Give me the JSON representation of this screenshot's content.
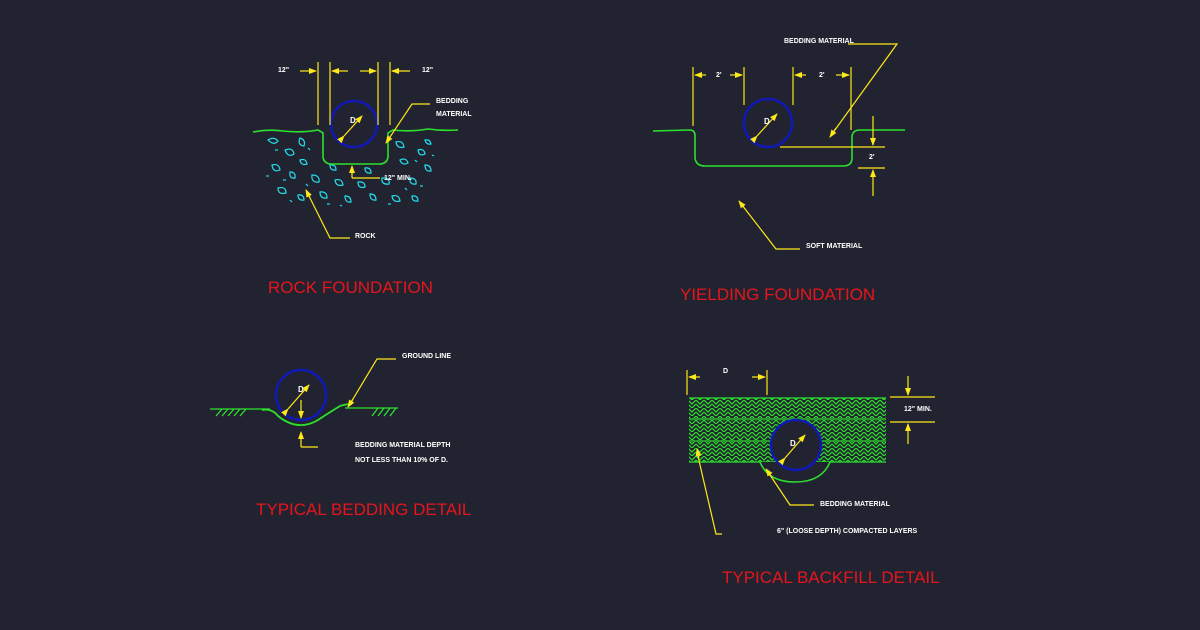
{
  "colors": {
    "background": "#212430",
    "ground": "#2de02d",
    "pipe": "#1018b8",
    "dimension": "#ffe81a",
    "rock": "#22e0ee",
    "title": "#e8141c",
    "text": "#ffffff"
  },
  "rock_foundation": {
    "title": "ROCK FOUNDATION",
    "dim_left": "12\"",
    "dim_right": "12\"",
    "pipe_label": "D",
    "bedding_line1": "BEDDING",
    "bedding_line2": "MATERIAL",
    "min_depth": "12\" MIN.",
    "rock": "ROCK"
  },
  "yielding_foundation": {
    "title": "YIELDING FOUNDATION",
    "bedding_material": "BEDDING MATERIAL",
    "dim_left": "2'",
    "dim_right": "2'",
    "dim_depth": "2'",
    "pipe_label": "D",
    "soft_material": "SOFT MATERIAL"
  },
  "typical_bedding": {
    "title": "TYPICAL BEDDING DETAIL",
    "ground_line": "GROUND LINE",
    "pipe_label": "D",
    "depth_line1": "BEDDING MATERIAL DEPTH",
    "depth_line2": "NOT LESS THAN 10% OF D."
  },
  "typical_backfill": {
    "title": "TYPICAL BACKFILL DETAIL",
    "dim_d": "D",
    "min_cover": "12\" MIN.",
    "pipe_label": "D",
    "bedding_material": "BEDDING MATERIAL",
    "layers": "6\" (LOOSE DEPTH) COMPACTED LAYERS"
  }
}
